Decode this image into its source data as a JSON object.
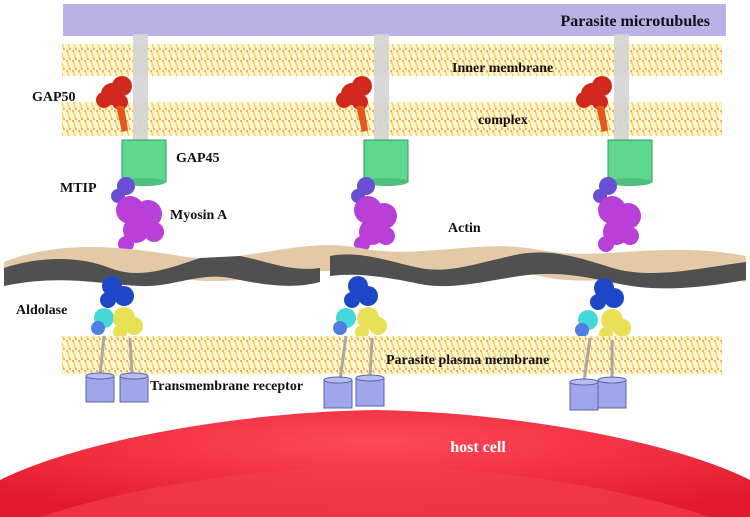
{
  "labels": {
    "parasite_microtubules": "Parasite microtubules",
    "inner_membrane": "Inner membrane",
    "complex": "complex",
    "gap50": "GAP50",
    "gap45": "GAP45",
    "mtip": "MTIP",
    "myosin_a": "Myosin A",
    "actin": "Actin",
    "aldolase": "Aldolase",
    "parasite_plasma_membrane": "Parasite plasma membrane",
    "transmembrane_receptor": "Transmembrane receptor",
    "host_cell": "host cell"
  },
  "colors": {
    "microtubule_bar": "#b8b2e6",
    "membrane": "#f5d86a",
    "gap50": "#d0281c",
    "gap45": "#5fd88f",
    "mtip": "#6a4fd4",
    "myosin": "#b83fd8",
    "actin_light": "#e3c9a6",
    "actin_dark": "#505050",
    "aldolase": "#1e47c8",
    "aldolase_cyan": "#45d8d8",
    "aldolase_yellow": "#e8e055",
    "receptor": "#9fa6ea",
    "host_cell": "#ee1c2e"
  }
}
